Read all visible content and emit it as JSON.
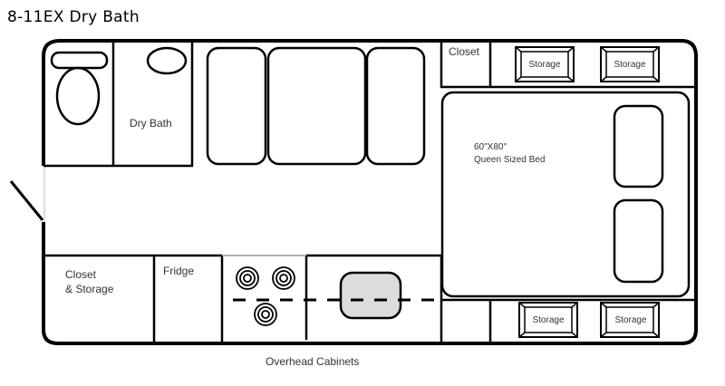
{
  "title": "8-11EX Dry Bath",
  "rooms": {
    "dry_bath": "Dry Bath",
    "closet_top": "Closet",
    "storage_top_1": "Storage",
    "storage_top_2": "Storage",
    "storage_bottom_1": "Storage",
    "storage_bottom_2": "Storage",
    "bed_size": "60\"X80\"",
    "bed_label": "Queen Sized Bed",
    "closet_storage_1": "Closet",
    "closet_storage_2": "& Storage",
    "fridge": "Fridge",
    "overhead": "Overhead Cabinets"
  }
}
